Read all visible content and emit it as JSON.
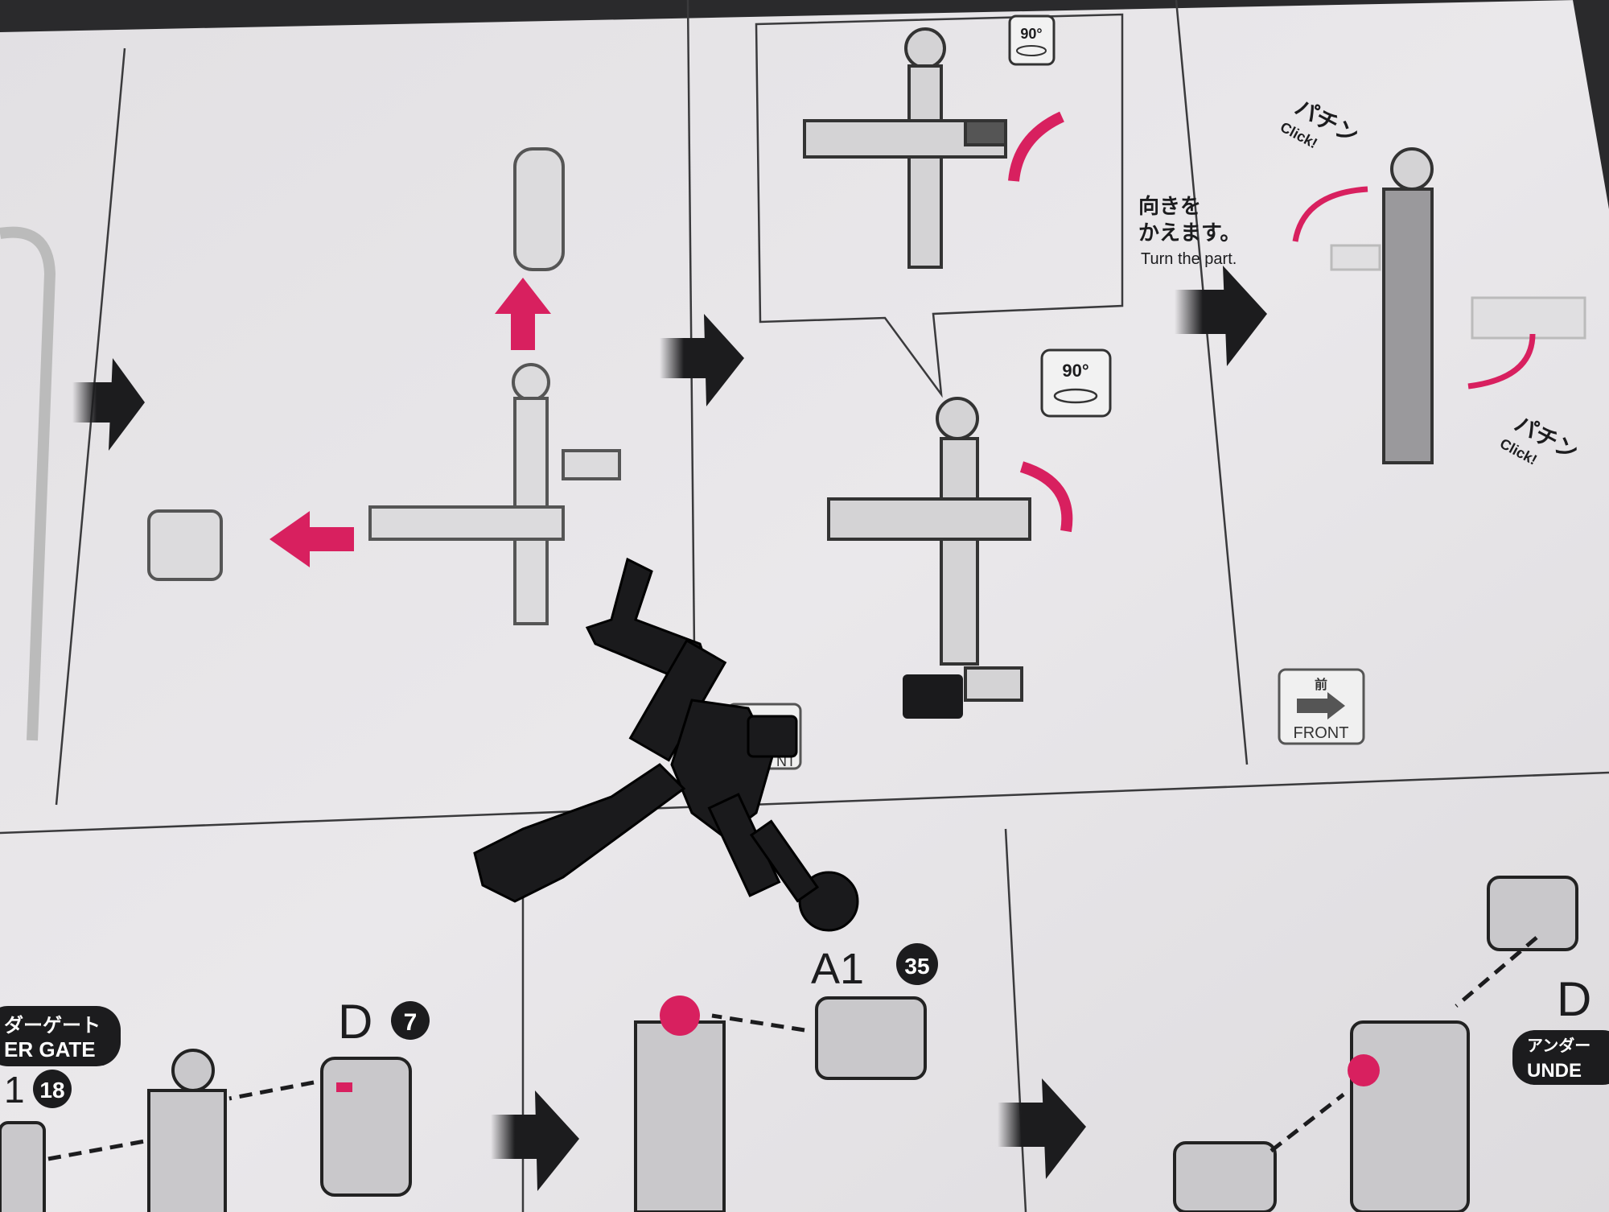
{
  "colors": {
    "paper": "#e6e4e7",
    "ink": "#1c1c1e",
    "accent_pink": "#d8205f",
    "plastic_black": "#1a1a1c",
    "part_gray": "#c9c8cb"
  },
  "top_middle": {
    "rotate_badge_1": "90°",
    "rotate_badge_2": "90°"
  },
  "top_right": {
    "instruction_jp_line1": "向きを",
    "instruction_jp_line2": "かえます。",
    "instruction_en": "Turn the part.",
    "click_jp_1": "パチン",
    "click_en_1": "Click!",
    "click_jp_2": "パチン",
    "click_en_2": "Click!",
    "front_jp": "前",
    "front_en": "FRONT"
  },
  "covered_front_label": "NT",
  "bottom": {
    "under_gate_jp": "ダーゲート",
    "under_gate_en": "ER GATE",
    "part_left_letter": "1",
    "part_left_num": "18",
    "part_d_letter": "D",
    "part_d_num": "7",
    "part_a_letter": "A1",
    "part_a_num": "35",
    "part_d_right_letter": "D",
    "under_gate_right_jp": "アンダー",
    "under_gate_right_en": "UNDE"
  }
}
